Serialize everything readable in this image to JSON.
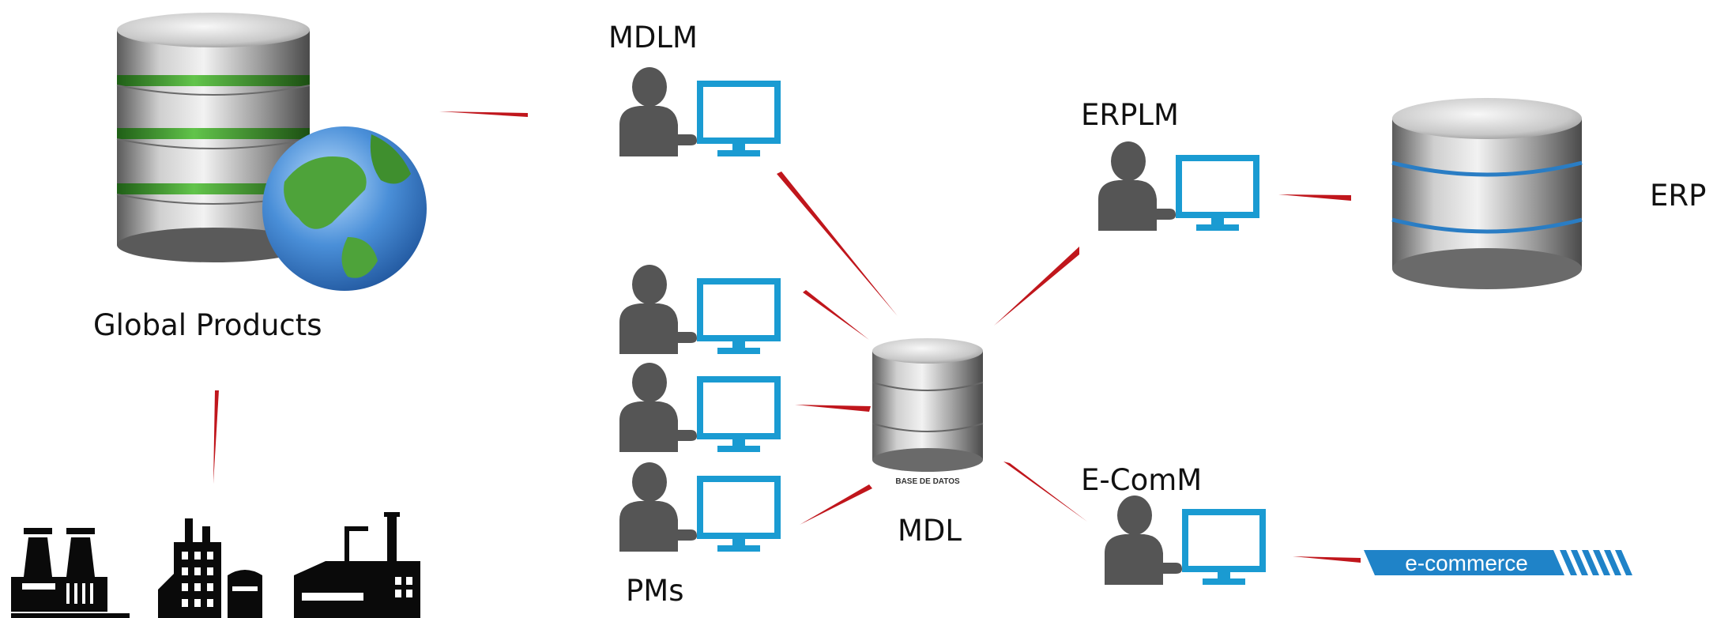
{
  "nodes": {
    "global_products": "Global Products",
    "mdlm": "MDLM",
    "erplm": "ERPLM",
    "erp": "ERP",
    "pms": "PMs",
    "mdl": "MDL",
    "ecomm": "E-ComM"
  },
  "database_caption": "BASE DE DATOS",
  "ecommerce_logo_text": "e-commerce",
  "colors": {
    "connector": "#c0161c",
    "monitor": "#1a9bd2",
    "person": "#555555",
    "ecommerce": "#1f83c8",
    "db_band_green": "#3f9b2f",
    "db_band_blue": "#2a7dc4"
  },
  "icons": [
    "database-globe-icon",
    "user-computer-icon",
    "database-icon",
    "factory-icon",
    "ecommerce-logo"
  ]
}
